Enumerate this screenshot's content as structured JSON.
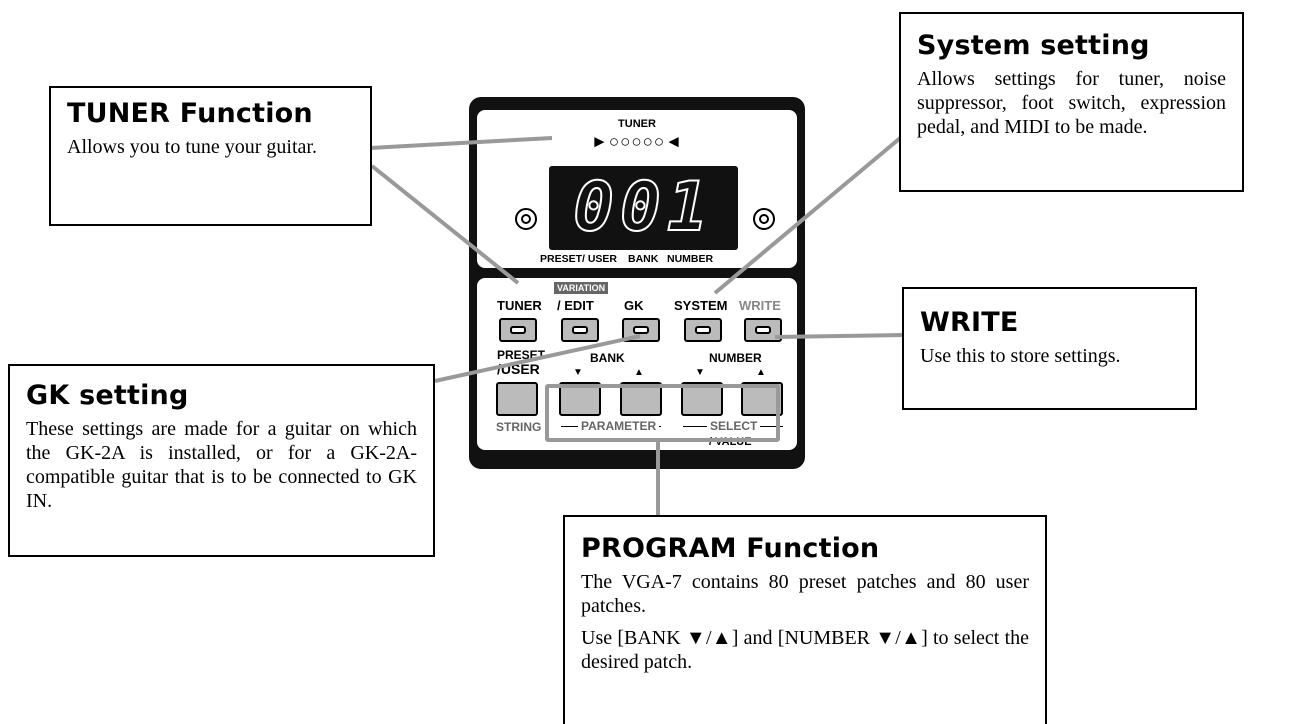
{
  "callouts": {
    "tuner": {
      "title": "TUNER Function",
      "body": "Allows you to tune your guitar."
    },
    "system": {
      "title": "System setting",
      "body": "Allows settings for tuner, noise suppressor, foot switch, expression pedal, and MIDI to be made."
    },
    "write": {
      "title": "WRITE",
      "body": "Use this to store settings."
    },
    "gk": {
      "title": "GK setting",
      "body": "These settings are made for a guitar on which the GK-2A is installed, or for a GK-2A-compatible guitar that is to be connected to GK IN."
    },
    "program": {
      "title": "PROGRAM Function",
      "body1": "The VGA-7 contains 80 preset patches and 80 user patches.",
      "body2": "Use [BANK ▼/▲] and [NUMBER ▼/▲] to select the desired patch."
    }
  },
  "device": {
    "tuner_label": "TUNER",
    "tuner_indicator": "►○○○○○◄",
    "display_value": "001",
    "display_sub_preset": "PRESET/ USER",
    "display_sub_bank": "BANK",
    "display_sub_number": "NUMBER",
    "variation_label": "VARIATION",
    "buttons": {
      "tuner": "TUNER",
      "edit": "/ EDIT",
      "gk": "GK",
      "system": "SYSTEM",
      "write": "WRITE"
    },
    "preset_label": "PRESET",
    "user_label": "/USER",
    "bank_label": "BANK",
    "number_label": "NUMBER",
    "string_label": "STRING",
    "parameter_label": "PARAMETER",
    "select_label": "SELECT",
    "value_label": "/ VALUE",
    "down_arrow": "▼",
    "up_arrow": "▲"
  }
}
